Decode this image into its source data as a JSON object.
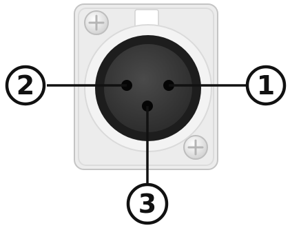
{
  "callouts": [
    {
      "id": "pin-1",
      "label": "1"
    },
    {
      "id": "pin-2",
      "label": "2"
    },
    {
      "id": "pin-3",
      "label": "3"
    }
  ],
  "colors": {
    "panel": "#e9e9e9",
    "panel_edge": "#c9c9c9",
    "housing": "#222222",
    "socket_face": "#3a3a3a",
    "pin_hole": "#050505",
    "leader_line": "#111111",
    "callout_fill": "#ffffff"
  },
  "icons": {
    "mount_screw": "phillips-screw-icon",
    "latch": "latch-tab-icon"
  }
}
